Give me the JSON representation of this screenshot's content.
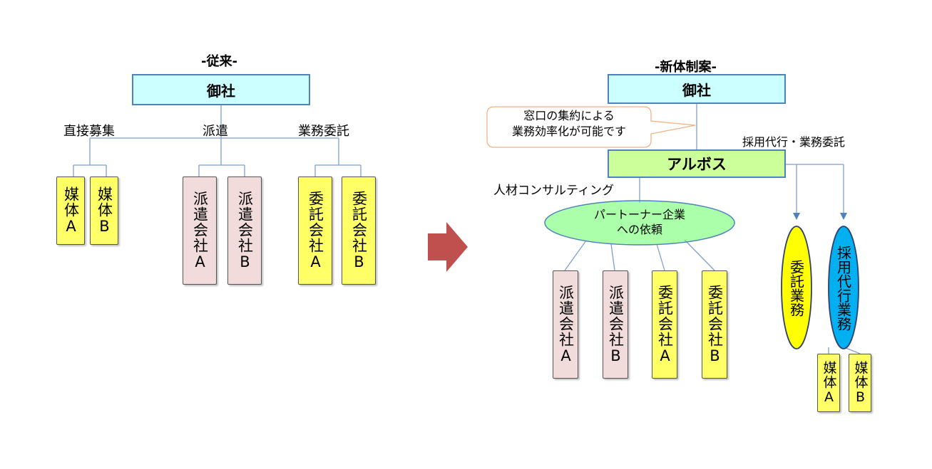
{
  "left": {
    "title": "-従来-",
    "top_box": "御社",
    "branch_labels": [
      "直接募集",
      "派遣",
      "業務委託"
    ],
    "boxes": [
      "媒体A",
      "媒体B",
      "派遣会社A",
      "派遣会社B",
      "委託会社A",
      "委託会社B"
    ]
  },
  "right": {
    "title": "-新体制案-",
    "top_box": "御社",
    "callout": "窓口の集約による\n業務効率化が可能です",
    "middle_box": "アルボス",
    "label_right": "採用代行・業務委託",
    "label_left": "人材コンサルティング",
    "partner_ellipse": "パートーナー企業\nへの依頼",
    "bottom_boxes": [
      "派遣会社A",
      "派遣会社B",
      "委託会社A",
      "委託会社B"
    ],
    "ellipse_itaku": "委託業務",
    "ellipse_saiyou": "採用代行業務",
    "small_boxes": [
      "媒体A",
      "媒体B"
    ]
  },
  "colors": {
    "light_cyan": "#ccffff",
    "light_green": "#ccff99",
    "yellow": "#ffff66",
    "pink": "#f2dcdb",
    "blue_ellipse": "#00b0f0",
    "arrow_red": "#c0504d",
    "line_blue": "#4f81bd"
  }
}
